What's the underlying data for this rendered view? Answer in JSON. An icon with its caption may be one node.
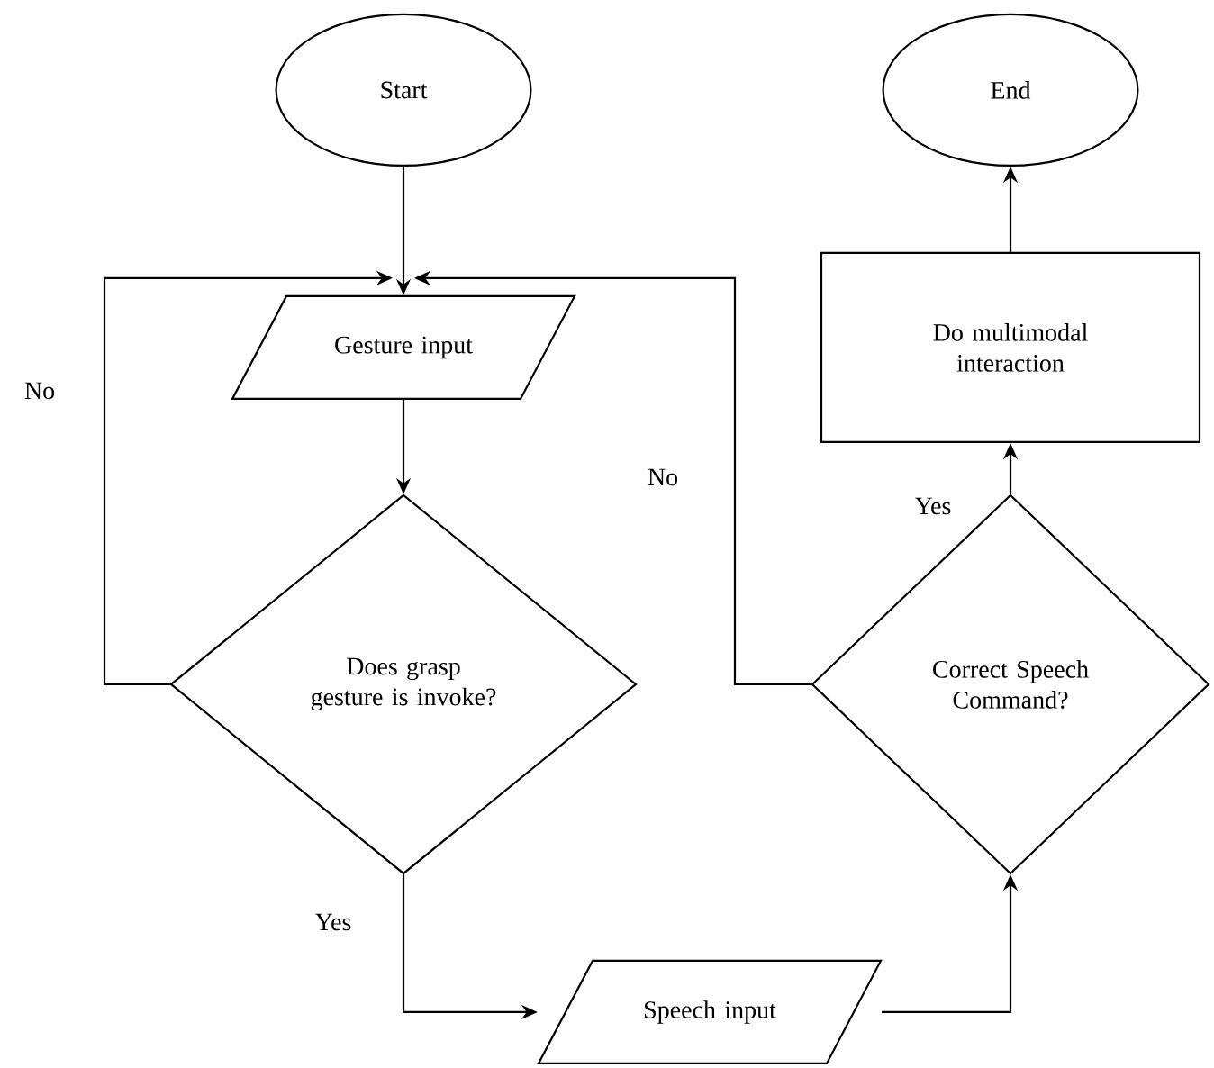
{
  "diagram": {
    "nodes": [
      {
        "text": [
          "Start"
        ]
      },
      {
        "text": [
          "Gesture input"
        ]
      },
      {
        "text": [
          "Does grasp gesture is invoke?"
        ]
      },
      {
        "text": [
          "Speech input"
        ]
      },
      {
        "text": [
          "Correct Speech Command?"
        ]
      },
      {
        "text": [
          "Do multimodal interaction"
        ]
      },
      {
        "text": [
          "End"
        ]
      }
    ],
    "edges": [
      {
        "from": 0,
        "to": 1,
        "arrow": "to"
      },
      {
        "from": 1,
        "to": 2,
        "arrow": "to"
      },
      {
        "from": 2,
        "to": 1,
        "arrow": "to",
        "label": "No"
      },
      {
        "from": 2,
        "to": 3,
        "arrow": "to",
        "label": "Yes"
      },
      {
        "from": 3,
        "to": 4,
        "arrow": "to"
      },
      {
        "from": 4,
        "to": 5,
        "arrow": "to",
        "label": "Yes"
      },
      {
        "from": 4,
        "to": 1,
        "arrow": "to",
        "label": "No"
      },
      {
        "from": 5,
        "to": 6,
        "arrow": "to"
      }
    ]
  }
}
